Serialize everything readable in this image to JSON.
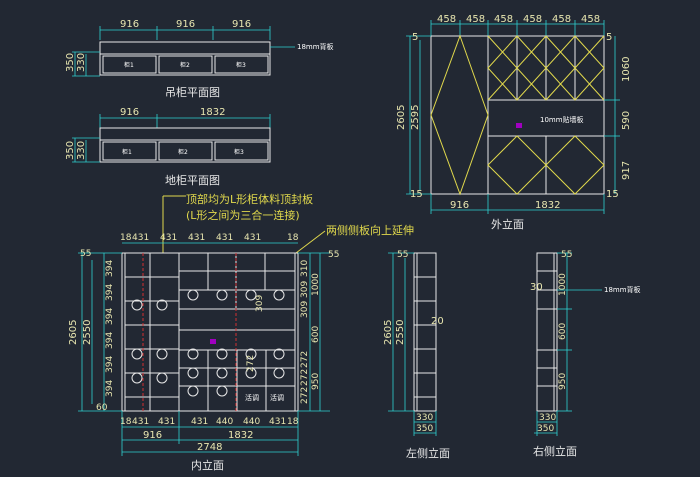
{
  "hanging": {
    "title": "吊柜平面图",
    "widths": [
      "916",
      "916",
      "916"
    ],
    "depths": [
      "350",
      "330"
    ],
    "cabinets": [
      "柜1",
      "柜2",
      "柜3"
    ],
    "back_note": "18mm背板"
  },
  "floor": {
    "title": "地柜平面图",
    "widths": [
      "916",
      "1832"
    ],
    "depths": [
      "350",
      "330"
    ],
    "cabinets": [
      "柜1",
      "柜2",
      "柜3"
    ]
  },
  "outer": {
    "title": "外立面",
    "top_dims": [
      "458",
      "458",
      "458",
      "458",
      "458",
      "458"
    ],
    "left_dims": [
      "5",
      "2605",
      "2595",
      "15"
    ],
    "right_dims": [
      "5",
      "1060",
      "590",
      "917",
      "15"
    ],
    "bottom_dims": [
      "916",
      "1832"
    ],
    "panel_label": "10mm贴墙板"
  },
  "inner": {
    "title": "内立面",
    "note1": "顶部均为L形柜体料顶封板",
    "note2": "(L形之间为三合一连接)",
    "note3": "两侧侧板向上延伸",
    "top_dims": [
      "18",
      "431",
      "431",
      "431",
      "431",
      "431",
      "18"
    ],
    "bottom_dims": [
      "18",
      "431",
      "431",
      "431",
      "440",
      "440",
      "431",
      "18"
    ],
    "sub_dims": [
      "916",
      "1832"
    ],
    "total": "2748",
    "left_outer": [
      "55",
      "2605",
      "60"
    ],
    "left_mid": [
      "2550"
    ],
    "left_inner": [
      "394",
      "394",
      "394",
      "394",
      "394",
      "394"
    ],
    "right_outer": [
      "55"
    ],
    "right_mid": [
      "1000",
      "600",
      "950"
    ],
    "right_inner": [
      "310",
      "309",
      "309",
      "272",
      "272",
      "272"
    ],
    "center_dims": [
      "309",
      "272"
    ],
    "drawer_labels": [
      "活调",
      "活调"
    ]
  },
  "left_side": {
    "title": "左侧立面",
    "dims": [
      "55",
      "2605",
      "2550",
      "20",
      "330",
      "350"
    ]
  },
  "right_side": {
    "title": "右侧立面",
    "dims": [
      "55",
      "1000",
      "600",
      "950",
      "30",
      "330",
      "350"
    ],
    "back_note": "18mm背板"
  }
}
